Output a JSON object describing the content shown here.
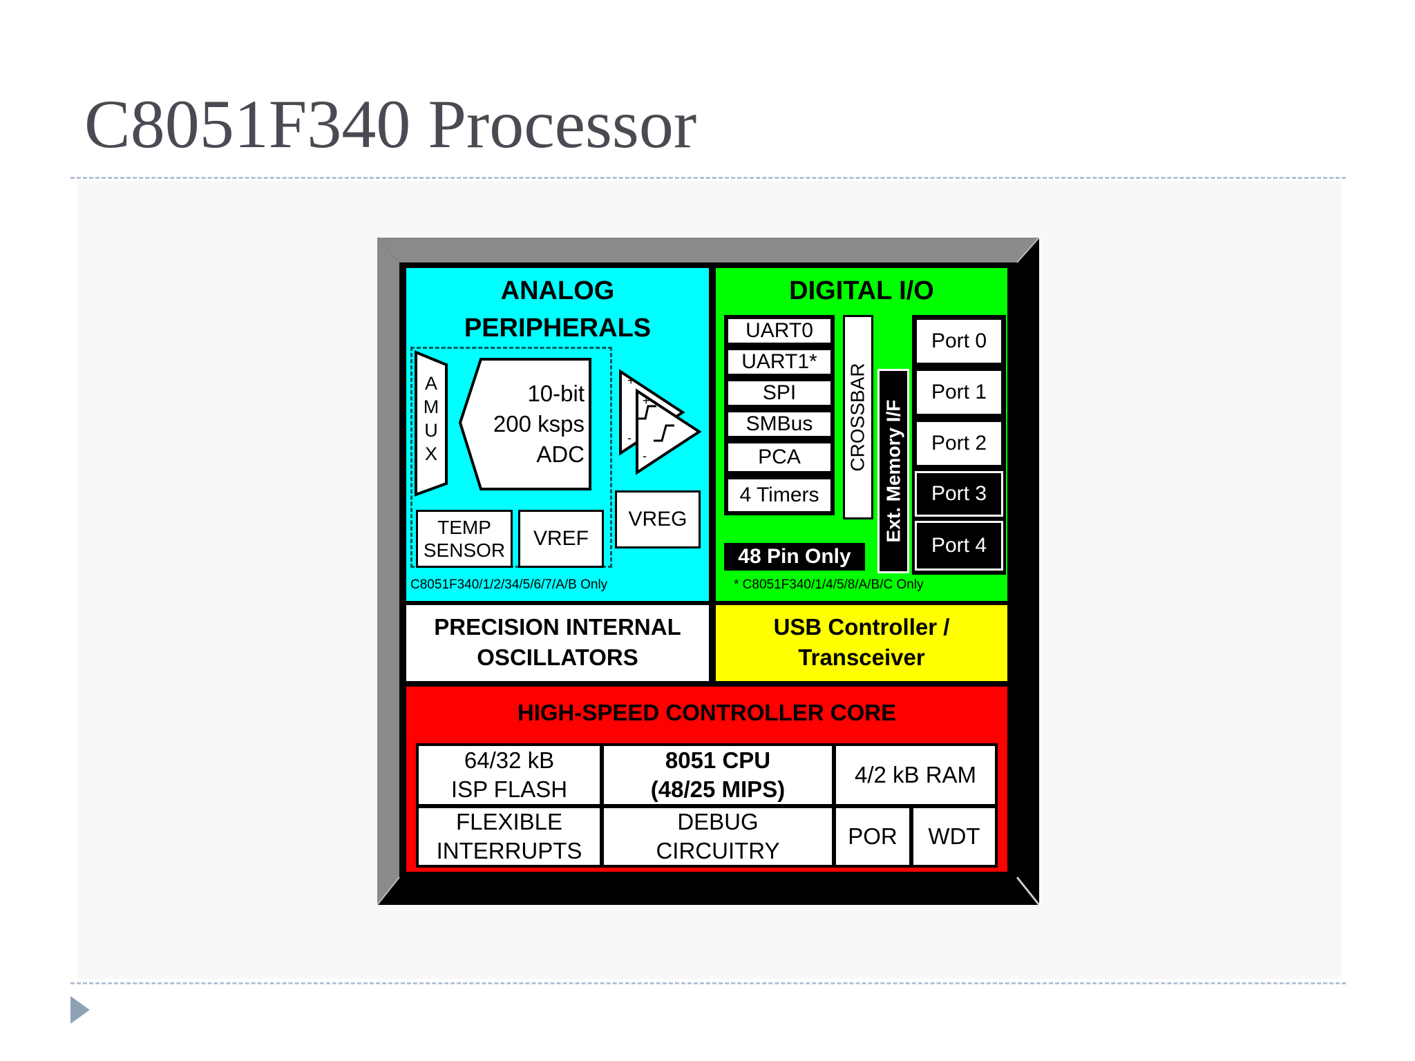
{
  "slide": {
    "title": "C8051F340 Processor"
  },
  "diagram": {
    "analog": {
      "title_line1": "ANALOG",
      "title_line2": "PERIPHERALS",
      "amux_letters": [
        "A",
        "M",
        "U",
        "X"
      ],
      "adc_line1": "10-bit",
      "adc_line2": "200 ksps",
      "adc_line3": "ADC",
      "temp_line1": "TEMP",
      "temp_line2": "SENSOR",
      "vref": "VREF",
      "vreg": "VREG",
      "footnote": "C8051F340/1/2/34/5/6/7/A/B Only",
      "comparator_plus": "+",
      "comparator_minus": "-"
    },
    "digital": {
      "title": "DIGITAL I/O",
      "peripherals": [
        "UART0",
        "UART1*",
        "SPI",
        "SMBus",
        "PCA",
        "4 Timers"
      ],
      "crossbar": "CROSSBAR",
      "ext_memory": "Ext. Memory I/F",
      "pin_note": "48 Pin Only",
      "ports": [
        "Port 0",
        "Port 1",
        "Port 2",
        "Port 3",
        "Port 4"
      ],
      "footnote": "* C8051F340/1/4/5/8/A/B/C Only"
    },
    "oscillators": {
      "line1": "PRECISION INTERNAL",
      "line2": "OSCILLATORS"
    },
    "usb": {
      "line1": "USB Controller /",
      "line2": "Transceiver"
    },
    "core": {
      "title": "HIGH-SPEED CONTROLLER CORE",
      "flash_line1": "64/32 kB",
      "flash_line2": "ISP FLASH",
      "cpu_line1": "8051 CPU",
      "cpu_line2": "(48/25 MIPS)",
      "ram": "4/2 kB RAM",
      "interrupts_line1": "FLEXIBLE",
      "interrupts_line2": "INTERRUPTS",
      "debug_line1": "DEBUG",
      "debug_line2": "CIRCUITRY",
      "por": "POR",
      "wdt": "WDT"
    },
    "colors": {
      "analog": "#00ffff",
      "digital": "#00ff00",
      "usb": "#ffff00",
      "core": "#ff0000"
    }
  }
}
